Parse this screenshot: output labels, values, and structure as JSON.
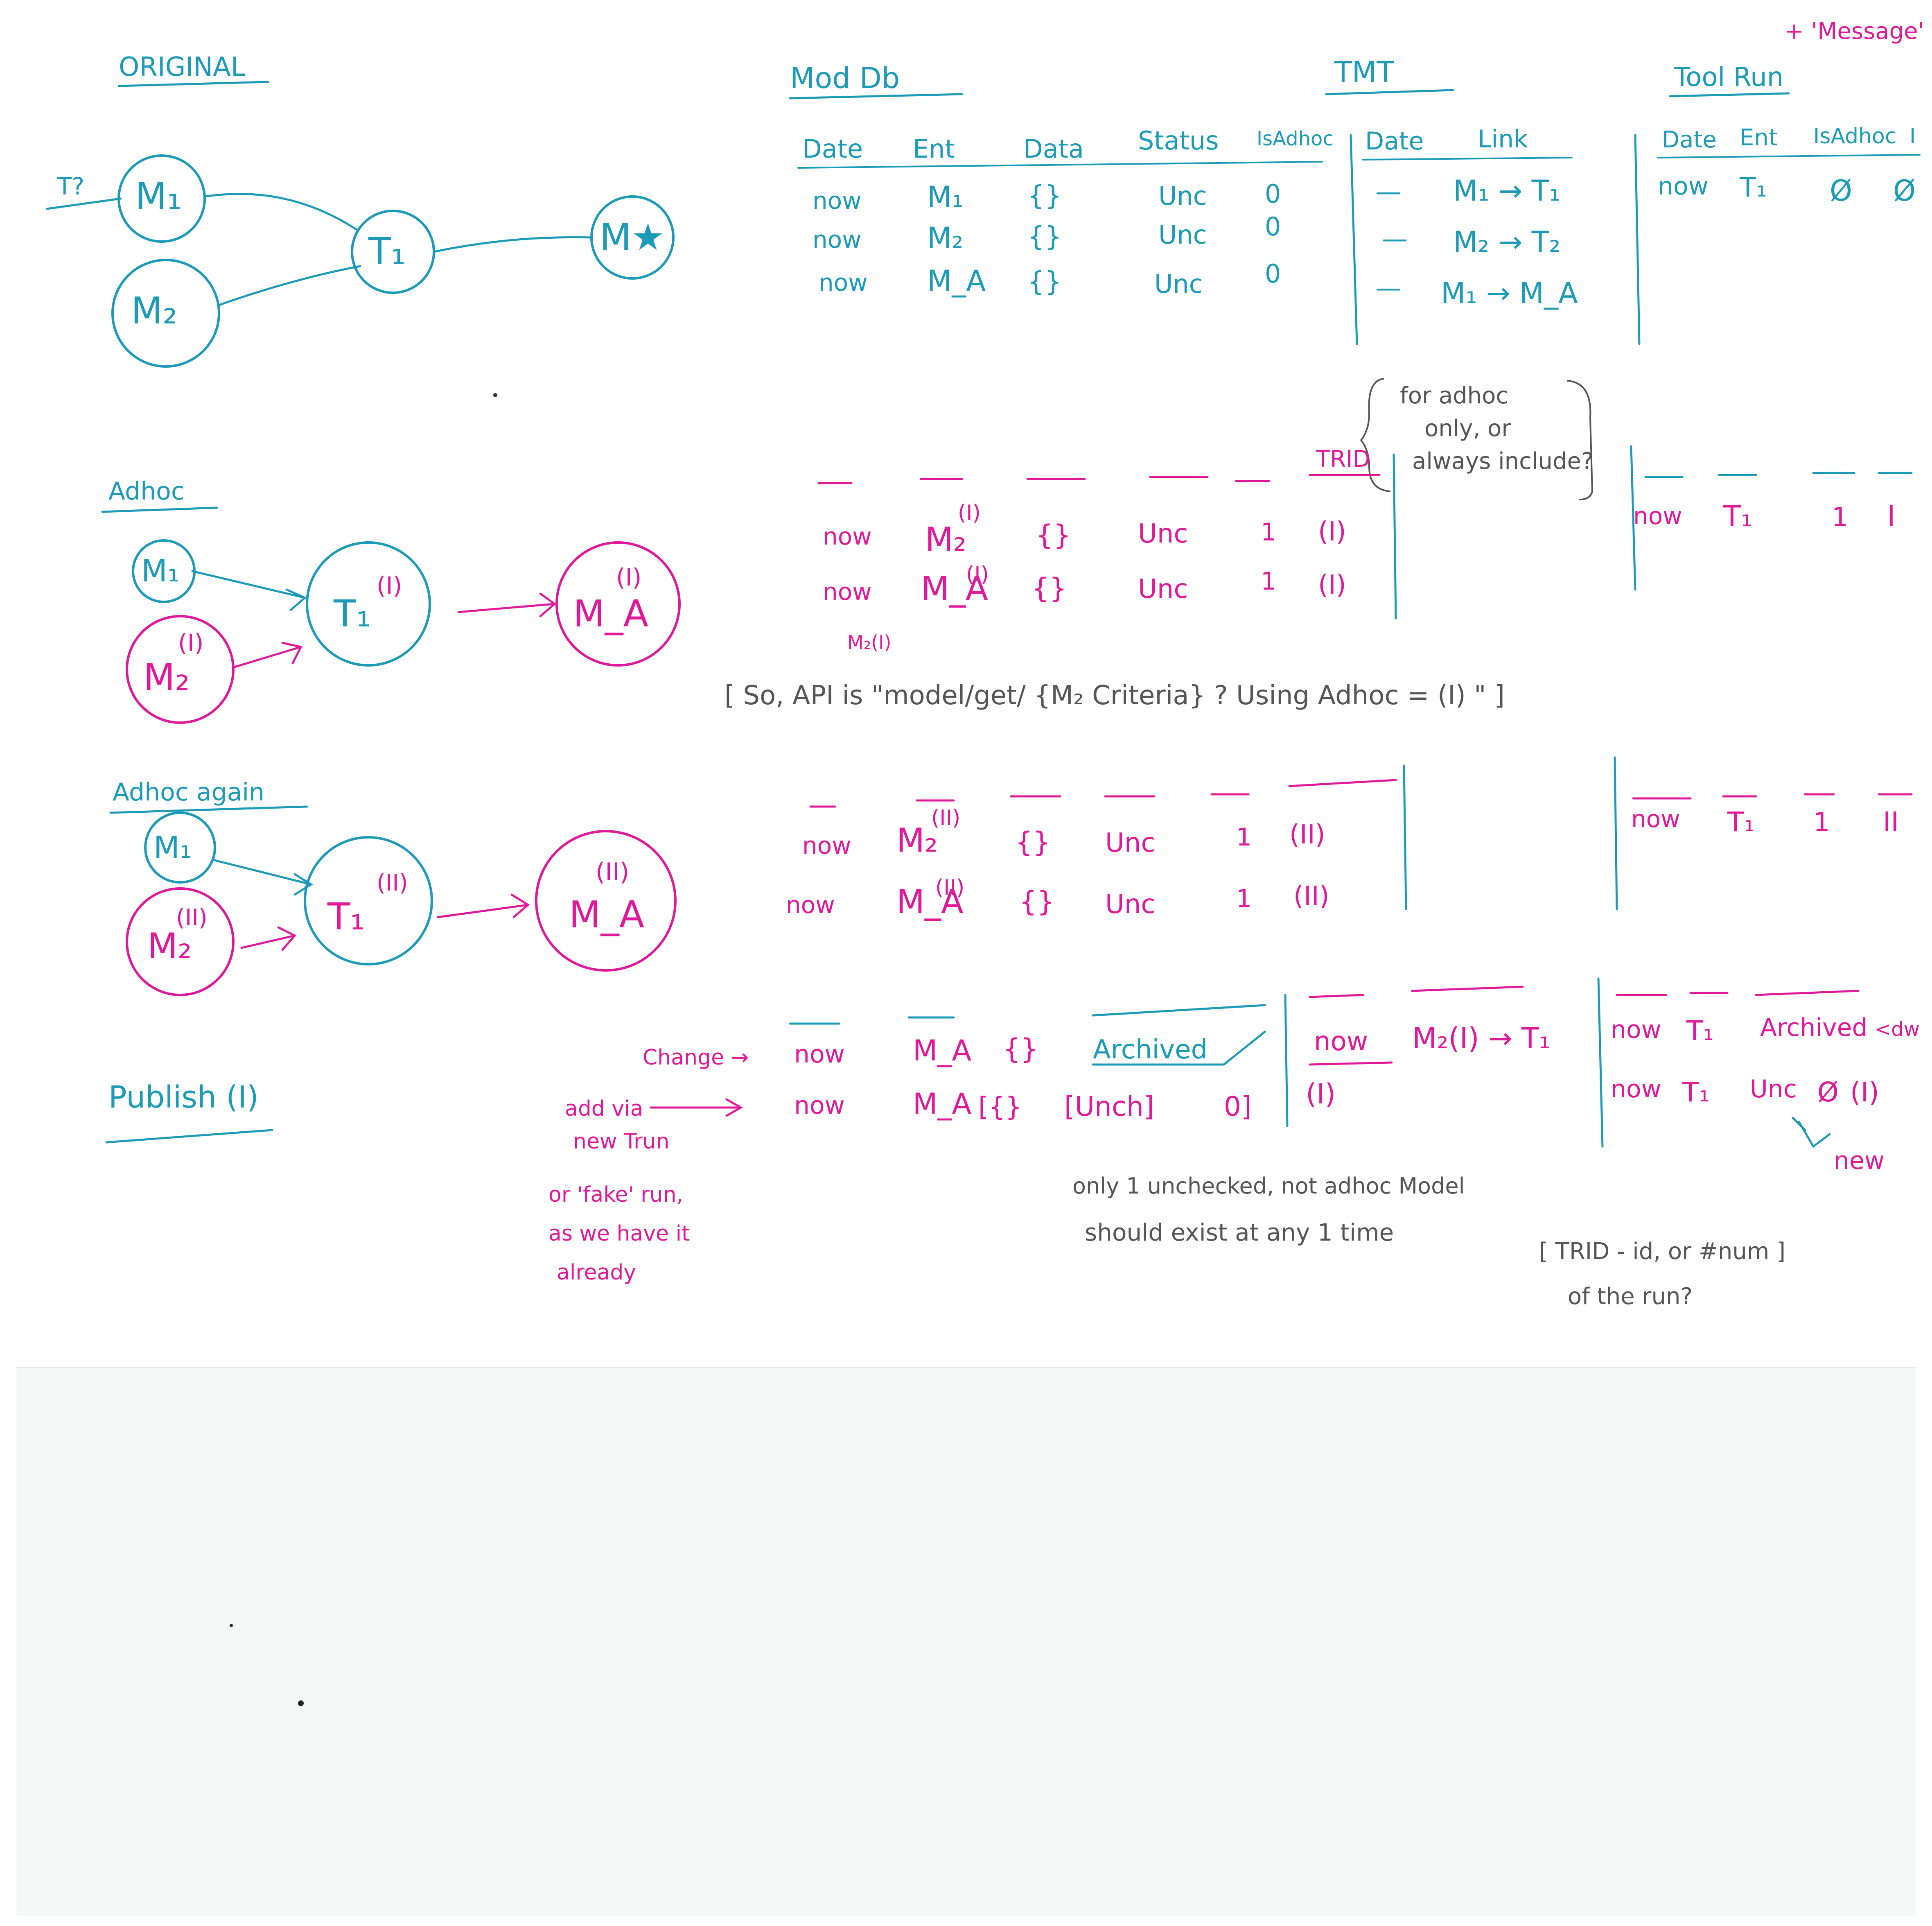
{
  "colors": {
    "teal": "#1b9bb8",
    "magenta": "#e0199a",
    "pencil": "#555555",
    "paper_bottom": "#f6f8f8"
  },
  "top_note": "+ 'Message'",
  "sections": {
    "original": "ORIGINAL",
    "adhoc": "Adhoc",
    "adhoc_again": "Adhoc again",
    "publish": "Publish (I)"
  },
  "diagram_original": {
    "input_label": "T?",
    "nodes": [
      "M₁",
      "M₂",
      "T₁",
      "M★"
    ]
  },
  "diagram_adhoc": {
    "nodes": [
      "M₁",
      "M₂",
      "(I)",
      "T₁",
      "(I)",
      "M_A",
      "(I)"
    ]
  },
  "diagram_adhoc_again": {
    "nodes": [
      "M₁",
      "M₂",
      "(II)",
      "T₁",
      "(II)",
      "M_A",
      "(II)"
    ]
  },
  "tables": {
    "mod_db": {
      "title": "Mod Db",
      "headers": [
        "Date",
        "Ent",
        "Data",
        "Status",
        "IsAdhoc"
      ],
      "rows": [
        [
          "now",
          "M₁",
          "{}",
          "Unc",
          "0"
        ],
        [
          "now",
          "M₂",
          "{}",
          "Unc",
          "0"
        ],
        [
          "now",
          "M_A",
          "{}",
          "Unc",
          "0"
        ]
      ]
    },
    "tmt": {
      "title": "TMT",
      "headers": [
        "Date",
        "Link"
      ],
      "rows": [
        [
          "—",
          "M₁ → T₁"
        ],
        [
          "—",
          "M₂ → T₂"
        ],
        [
          "—",
          "M₁ → M_A"
        ]
      ]
    },
    "tool_run": {
      "title": "Tool Run",
      "headers": [
        "Date",
        "Ent",
        "IsAdhoc",
        "I"
      ],
      "rows": [
        [
          "now",
          "T₁",
          "Ø",
          "Ø"
        ]
      ]
    }
  },
  "trid_label": "TRID",
  "adhoc_rows": [
    [
      "now",
      "M₂",
      "(I)",
      "{}",
      "Unc",
      "1",
      "(I)"
    ],
    [
      "now",
      "M_A",
      "(I)",
      "{}",
      "Unc",
      "1",
      "(I)"
    ]
  ],
  "adhoc_toolrun": [
    "now",
    "T₁",
    "1",
    "I"
  ],
  "adhoc_again_rows": [
    [
      "now",
      "M₂",
      "(II)",
      "{}",
      "Unc",
      "1",
      "(II)"
    ],
    [
      "now",
      "M_A",
      "(II)",
      "{}",
      "Unc",
      "1",
      "(II)"
    ]
  ],
  "adhoc_again_toolrun": [
    "now",
    "T₁",
    "1",
    "II"
  ],
  "note_adhoc_include": [
    "for adhoc",
    "only, or",
    "always include?"
  ],
  "note_api": {
    "text": "[ So, API is \"model/get/ {M₂ Criteria} ? Using Adhoc = (I) \" ]",
    "insert": "M₂(I)"
  },
  "publish_labels": {
    "change": "Change →",
    "add": [
      "add via",
      "new Trun",
      "or 'fake' run,",
      "as we have it",
      "already"
    ]
  },
  "publish_rows": [
    [
      "now",
      "M_A",
      "{}",
      "Archived"
    ],
    [
      "now",
      "M_A",
      "[{}",
      "[Unch]",
      "0]"
    ]
  ],
  "publish_tmt": [
    "now",
    "M₂(I) → T₁",
    "(I)"
  ],
  "publish_toolrun": [
    [
      "now",
      "T₁",
      "Archived",
      "<dw"
    ],
    [
      "now",
      "T₁",
      "Unc",
      "Ø",
      "(I)"
    ]
  ],
  "new_label": "new",
  "note_unchecked": [
    "only 1 unchecked, not adhoc Model",
    "should exist at any 1 time"
  ],
  "note_trid": [
    "[ TRID - id, or #num ]",
    "of the run?"
  ]
}
